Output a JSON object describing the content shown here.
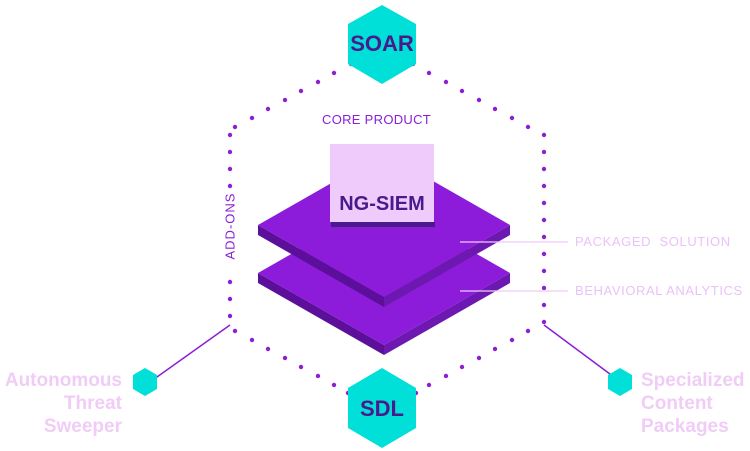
{
  "core_label": "CORE PRODUCT",
  "addons_label": "ADD-ONS",
  "top_node": "SOAR",
  "bottom_node": "SDL",
  "product": "NG-SIEM",
  "layer_top": "PACKAGED  SOLUTION",
  "layer_bottom": "BEHAVIORAL ANALYTICS",
  "left_addon": [
    "Autonomous",
    "Threat",
    "Sweeper"
  ],
  "right_addon": [
    "Specialized",
    "Content",
    "Packages"
  ],
  "colors": {
    "teal": "#00e0d8",
    "purple": "#8a1fd6",
    "deep_purple": "#4a1a8c",
    "lavender": "#eecbfb",
    "faint_label": "#eac2f7"
  }
}
